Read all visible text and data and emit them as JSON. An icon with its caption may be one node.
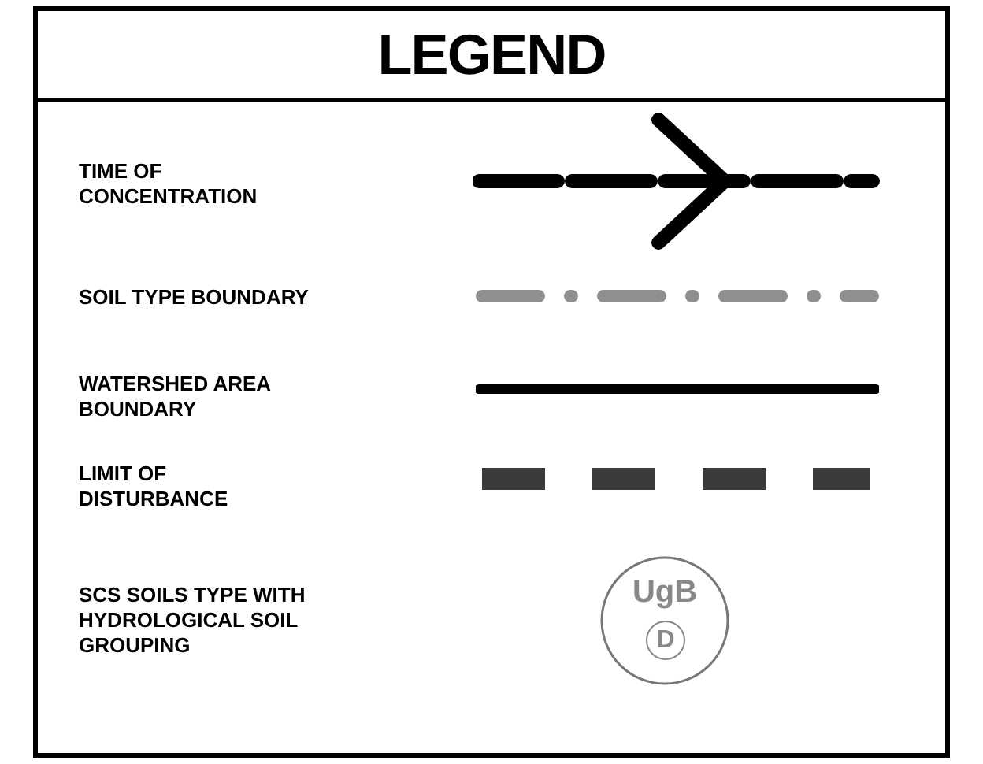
{
  "diagram": {
    "title": "LEGEND",
    "legend": [
      {
        "text": "TIME OF CONCENTRATION"
      },
      {
        "text": "SOIL TYPE BOUNDARY"
      },
      {
        "text": "WATERSHED AREA BOUNDARY"
      },
      {
        "text": "LIMIT OF DISTURBANCE"
      },
      {
        "text": "SCS SOILS TYPE WITH HYDROLOGICAL SOIL GROUPING"
      }
    ],
    "labels": [
      "UgB",
      "D"
    ]
  }
}
